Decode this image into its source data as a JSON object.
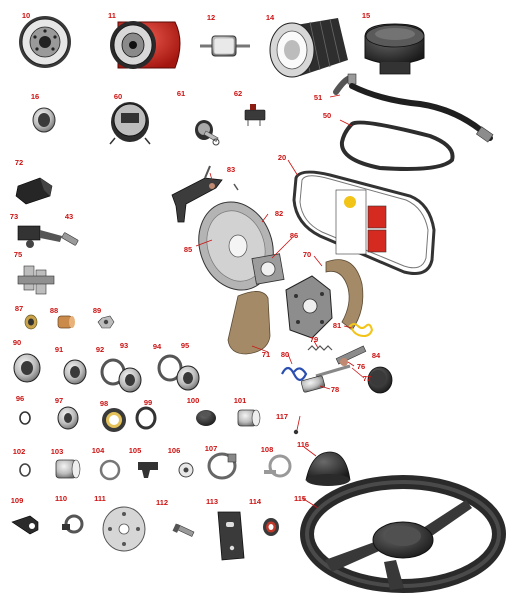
{
  "colors": {
    "label": "#cc1111",
    "leader": "#cc1111",
    "part_dark": "#2b2b2b",
    "part_mid": "#8a8a8a",
    "part_light": "#d9d9d9",
    "accent_red": "#d42a1f",
    "accent_yellow": "#f2c418",
    "accent_blue": "#2a4fb0",
    "brake_shoe": "#a48a66",
    "brass": "#c9a24a"
  },
  "labels": {
    "l10": "10",
    "l11": "11",
    "l12": "12",
    "l14": "14",
    "l15": "15",
    "l16": "16",
    "l60": "60",
    "l61": "61",
    "l62": "62",
    "l51": "51",
    "l50": "50",
    "l72": "72",
    "l83": "83",
    "l20": "20",
    "l73": "73",
    "l43": "43",
    "l82": "82",
    "l85": "85",
    "l86": "86",
    "l70": "70",
    "l75": "75",
    "l87": "87",
    "l88": "88",
    "l89": "89",
    "l81": "81",
    "l71": "71",
    "l80": "80",
    "l79": "79",
    "l76": "76",
    "l84": "84",
    "l77": "77",
    "l78": "78",
    "l90": "90",
    "l91": "91",
    "l92": "92",
    "l93": "93",
    "l94": "94",
    "l95": "95",
    "l96": "96",
    "l97": "97",
    "l98": "98",
    "l99": "99",
    "l100": "100",
    "l101": "101",
    "l117": "117",
    "l102": "102",
    "l103": "103",
    "l104": "104",
    "l105": "105",
    "l106": "106",
    "l107": "107",
    "l108": "108",
    "l116": "116",
    "l109": "109",
    "l110": "110",
    "l111": "111",
    "l112": "112",
    "l113": "113",
    "l114": "114",
    "l115": "115"
  }
}
